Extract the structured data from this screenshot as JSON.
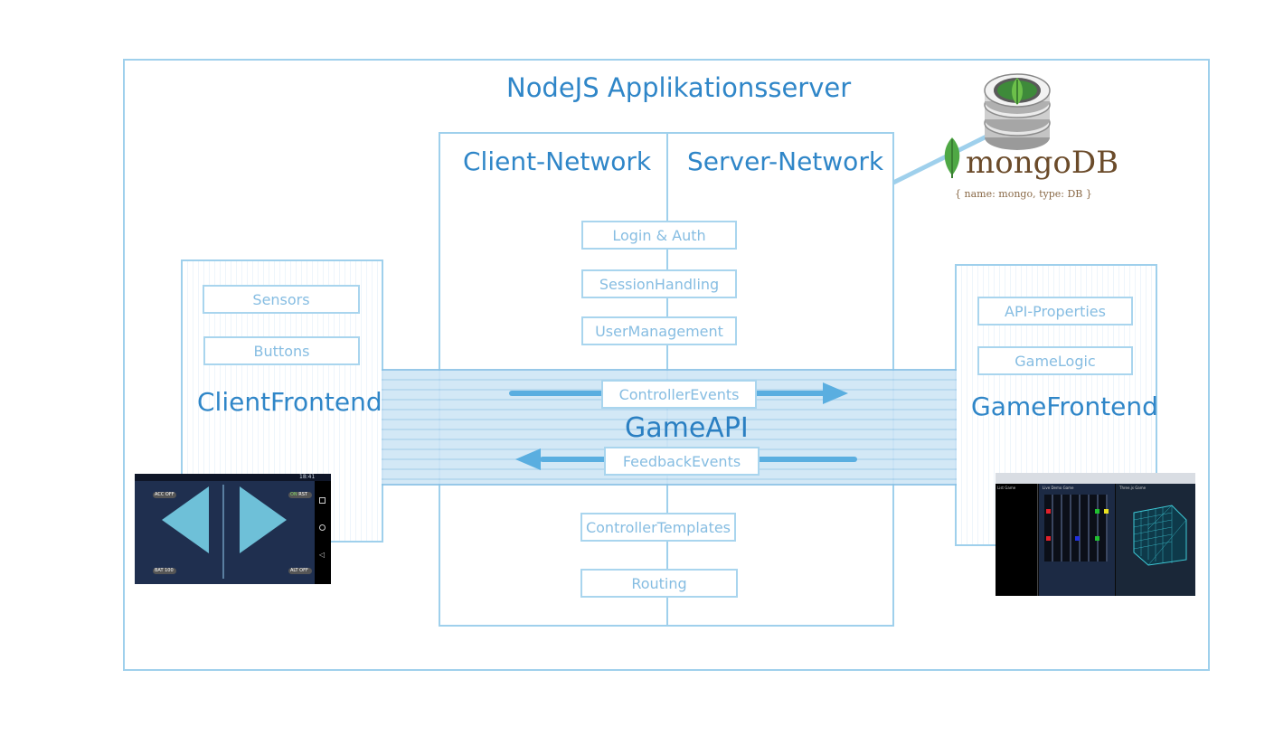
{
  "server": {
    "title": "NodeJS Applikationsserver"
  },
  "network": {
    "client_title": "Client-Network",
    "server_title": "Server-Network"
  },
  "network_modules_top": [
    "Login & Auth",
    "SessionHandling",
    "UserManagement"
  ],
  "network_modules_bottom": [
    "ControllerTemplates",
    "Routing"
  ],
  "client": {
    "title": "ClientFrontend",
    "modules": [
      "Sensors",
      "Buttons"
    ]
  },
  "game": {
    "title": "GameFrontend",
    "modules": [
      "API-Properties",
      "GameLogic"
    ]
  },
  "api": {
    "title": "GameAPI",
    "controller_events": "ControllerEvents",
    "feedback_events": "FeedbackEvents"
  },
  "database": {
    "logo_text": "mongoDB",
    "caption": "{ name: mongo, type: DB }"
  },
  "phone": {
    "time": "18:41",
    "labels": {
      "acc": "ACC",
      "acc_state": "OFF",
      "on": "ON",
      "rst": "RST",
      "bat": "BAT",
      "bat_state": "100",
      "alt": "ALT",
      "alt_state": "OFF"
    }
  },
  "desktop": {
    "panel1_title": "List Game",
    "panel2_title": "Live Demo Game",
    "panel3_title": "Three.js Game"
  },
  "colors": {
    "line": "#9fd0ec",
    "text": "#2f86c8",
    "chip_text": "#86bde2",
    "arrow": "#5aaee0",
    "mongo_green": "#4fa845",
    "mongo_brown": "#6b4b2a"
  }
}
